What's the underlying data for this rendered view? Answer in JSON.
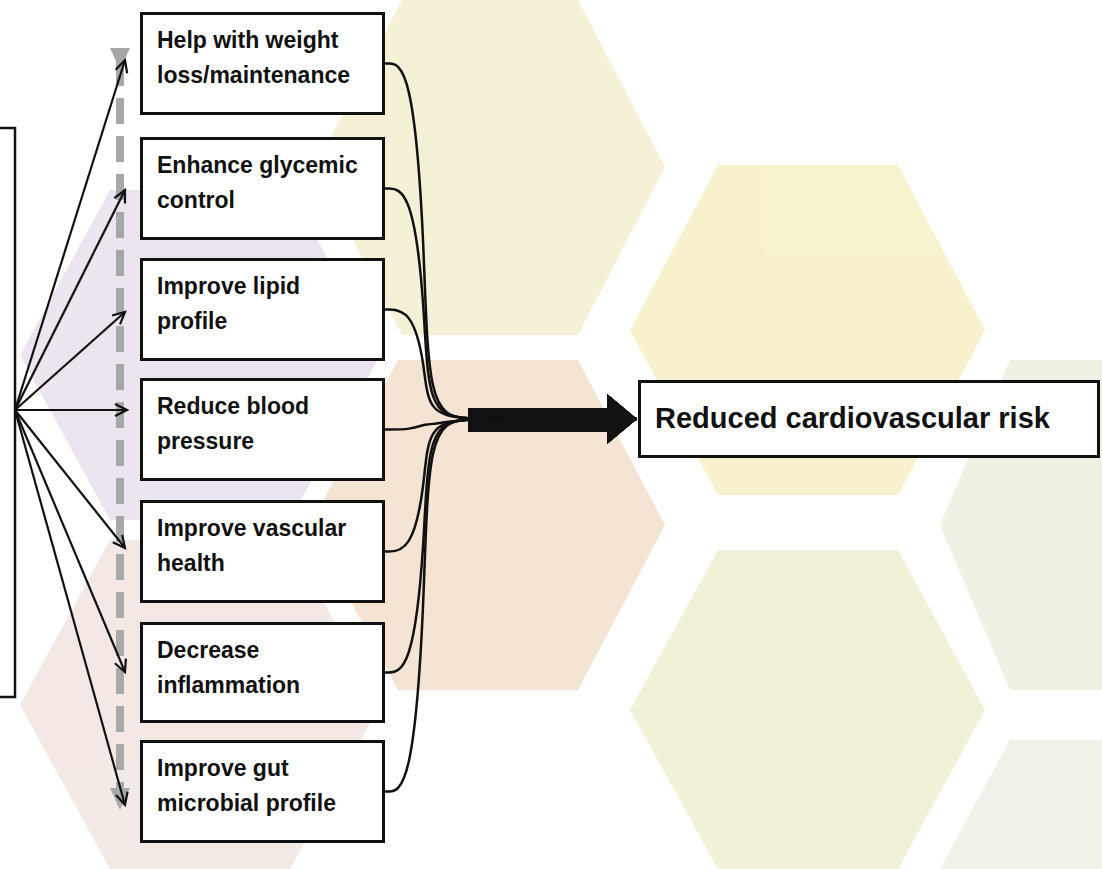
{
  "diagram": {
    "nodes": [
      {
        "text": [
          "Help with weight loss/maintenance"
        ]
      },
      {
        "text": [
          "Enhance glycemic control"
        ]
      },
      {
        "text": [
          "Improve lipid profile"
        ]
      },
      {
        "text": [
          "Reduce blood pressure"
        ]
      },
      {
        "text": [
          "Improve vascular health"
        ]
      },
      {
        "text": [
          "Decrease inflammation"
        ]
      },
      {
        "text": [
          "Improve gut microbial profile"
        ]
      },
      {
        "text": [
          "Reduced cardiovascular risk"
        ]
      }
    ],
    "edges": [
      {
        "from": 0,
        "to": 7,
        "arrow": "to"
      },
      {
        "from": 1,
        "to": 7,
        "arrow": "to"
      },
      {
        "from": 2,
        "to": 7,
        "arrow": "to"
      },
      {
        "from": 3,
        "to": 7,
        "arrow": "to"
      },
      {
        "from": 4,
        "to": 7,
        "arrow": "to"
      },
      {
        "from": 5,
        "to": 7,
        "arrow": "to"
      },
      {
        "from": 6,
        "to": 7,
        "arrow": "to"
      }
    ]
  }
}
